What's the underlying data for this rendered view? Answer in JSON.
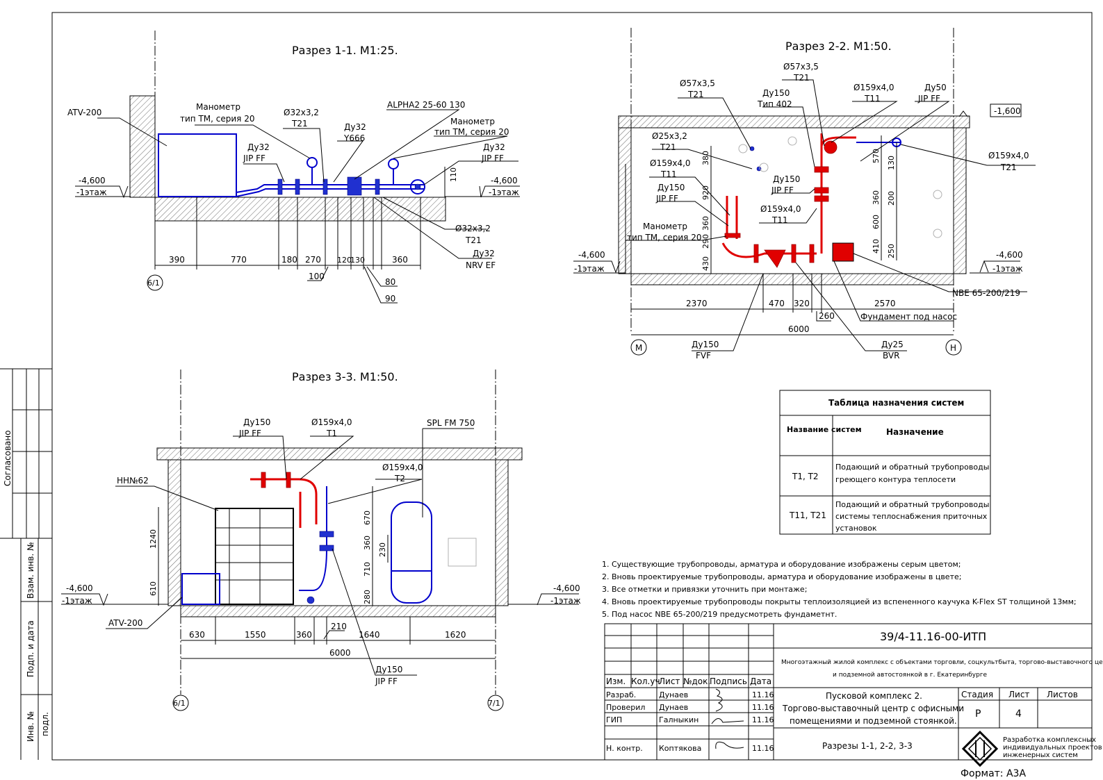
{
  "section11": {
    "title": "Разрез 1-1. М1:25.",
    "labels": {
      "atv": "ATV-200",
      "manometer1_a": "Манометр",
      "manometer1_b": "тип ТМ, серия 20",
      "pipe1_a": "Ø32х3,2",
      "pipe1_b": "Т21",
      "alpha": "ALPHA2 25-60 130",
      "du32_y_a": "Ду32",
      "du32_y_b": "Y666",
      "manometer2_a": "Манометр",
      "manometer2_b": "тип ТМ, серия 20",
      "du32_jip1_a": "Ду32",
      "du32_jip1_b": "JIP FF",
      "du32_jip2_a": "Ду32",
      "du32_jip2_b": "JIP FF",
      "level_left_a": "-4,600",
      "level_left_b": "-1этаж",
      "level_right_a": "-4,600",
      "level_right_b": "-1этаж",
      "pipe2_a": "Ø32х3,2",
      "pipe2_b": "Т21",
      "du32_nrv_a": "Ду32",
      "du32_nrv_b": "NRV EF",
      "axis": "6/1",
      "h110": "110"
    },
    "dims": [
      "390",
      "770",
      "180",
      "270",
      "120",
      "130",
      "360"
    ],
    "dims_below": [
      "100",
      "80",
      "90"
    ]
  },
  "section22": {
    "title": "Разрез 2-2. М1:50.",
    "labels": {
      "p57a_a": "Ø57х3,5",
      "p57a_b": "Т21",
      "p57b_a": "Ø57х3,5",
      "p57b_b": "Т21",
      "du150_tip_a": "Ду150",
      "du150_tip_b": "Тип 402",
      "p159_top_a": "Ø159х4,0",
      "p159_top_b": "Т11",
      "du50_a": "Ду50",
      "du50_b": "JIP FF",
      "level_top": "-1,600",
      "p25_a": "Ø25х3,2",
      "p25_b": "Т21",
      "p159_l_a": "Ø159х4,0",
      "p159_l_b": "Т11",
      "du150_jip_a_a": "Ду150",
      "du150_jip_a_b": "JIP FF",
      "du150_jip_b_a": "Ду150",
      "du150_jip_b_b": "JIP FF",
      "p159_mid_a": "Ø159х4,0",
      "p159_mid_b": "Т11",
      "p159_r_a": "Ø159х4,0",
      "p159_r_b": "Т21",
      "manometer_a": "Манометр",
      "manometer_b": "тип ТМ, серия 20",
      "level_left_a": "-4,600",
      "level_left_b": "-1этаж",
      "level_right_a": "-4,600",
      "level_right_b": "-1этаж",
      "nbe": "NBE 65-200/219",
      "foundation": "Фундамент под насос",
      "du150_fvf_a": "Ду150",
      "du150_fvf_b": "FVF",
      "du25_a": "Ду25",
      "du25_b": "BVR",
      "axis_m": "М",
      "axis_n": "Н"
    },
    "vdims_left": [
      "380",
      "920",
      "360",
      "290",
      "430"
    ],
    "vdims_right": [
      "570",
      "130",
      "360",
      "200",
      "600",
      "410",
      "250"
    ],
    "dims": [
      "2370",
      "470",
      "320",
      "2570"
    ],
    "dim_260": "260",
    "total": "6000"
  },
  "section33": {
    "title": "Разрез 3-3. М1:50.",
    "labels": {
      "du150_a": "Ду150",
      "du150_b": "JIP FF",
      "p159_t1_a": "Ø159х4,0",
      "p159_t1_b": "Т1",
      "spl": "SPL FM 750",
      "hh": "НН№62",
      "p159_t2_a": "Ø159х4,0",
      "p159_t2_b": "Т2",
      "level_left_a": "-4,600",
      "level_left_b": "-1этаж",
      "level_right_a": "-4,600",
      "level_right_b": "-1этаж",
      "atv": "ATV-200",
      "du150_bottom_a": "Ду150",
      "du150_bottom_b": "JIP FF",
      "axis_l": "6/1",
      "axis_r": "7/1"
    },
    "vdims_left": [
      "1240",
      "610"
    ],
    "vdims_right": [
      "670",
      "360",
      "230",
      "710",
      "280"
    ],
    "dims": [
      "630",
      "1550",
      "360",
      "1640",
      "1620"
    ],
    "dim_210": "210",
    "total": "6000"
  },
  "systems_table": {
    "title": "Таблица назначения систем",
    "col1": "Название систем",
    "col2": "Назначение",
    "rows": [
      {
        "name": "Т1, Т2",
        "purpose_1": "Подающий и обратный трубопроводы",
        "purpose_2": "греющего контура теплосети",
        "purpose_3": ""
      },
      {
        "name": "Т11, Т21",
        "purpose_1": "Подающий и обратный трубопроводы",
        "purpose_2": "системы теплоснабжения приточных",
        "purpose_3": "установок"
      }
    ]
  },
  "notes": [
    "1. Существующие трубопроводы, арматура и оборудование изображены серым цветом;",
    "2. Вновь проектируемые трубопроводы, арматура и оборудование изображены в цвете;",
    "3. Все отметки и привязки уточнить при монтаже;",
    "4. Вновь проектируемые трубопроводы покрыты теплоизоляцией из вспененного каучука K-Flex ST толщиной 13мм;",
    "5. Под насос NBE 65-200/219 предусмотреть фундаметнт."
  ],
  "title_block": {
    "code": "39/4-11.16-00-ИТП",
    "project_1": "Многоэтажный жилой комплекс с объектами торговли, соцкультбыта, торгово-выставочного центра",
    "project_2": "и подземной автостоянкой в г. Екатеринбурге",
    "complex_1": "Пусковой комплекс 2.",
    "complex_2": "Торгово-выставочный центр с офисными",
    "complex_3": "помещениями и подземной стоянкой.",
    "sheet_title": "Разрезы 1-1, 2-2, 3-3",
    "stage_label": "Стадия",
    "sheet_label": "Лист",
    "sheets_label": "Листов",
    "stage": "Р",
    "sheet": "4",
    "cols": [
      "Изм.",
      "Кол.уч",
      "Лист",
      "№док.",
      "Подпись",
      "Дата"
    ],
    "rows": [
      {
        "role": "Разраб.",
        "name": "Дунаев",
        "date": "11.16"
      },
      {
        "role": "Проверил",
        "name": "Дунаев",
        "date": "11.16"
      },
      {
        "role": "ГИП",
        "name": "Галныкин",
        "date": "11.16"
      },
      {
        "role": "Н. контр.",
        "name": "Коптякова",
        "date": "11.16"
      }
    ],
    "org_1": "Разработка комплексных",
    "org_2": "индивидуальных проектов",
    "org_3": "инженерных систем",
    "format": "Формат: А3А"
  },
  "side_stamp": {
    "agreed": "Согласовано",
    "inv_vzam": "Взам. инв. №",
    "sign_date": "Подп. и дата",
    "inv_podl_1": "Инв. №",
    "inv_podl_2": "подл."
  }
}
